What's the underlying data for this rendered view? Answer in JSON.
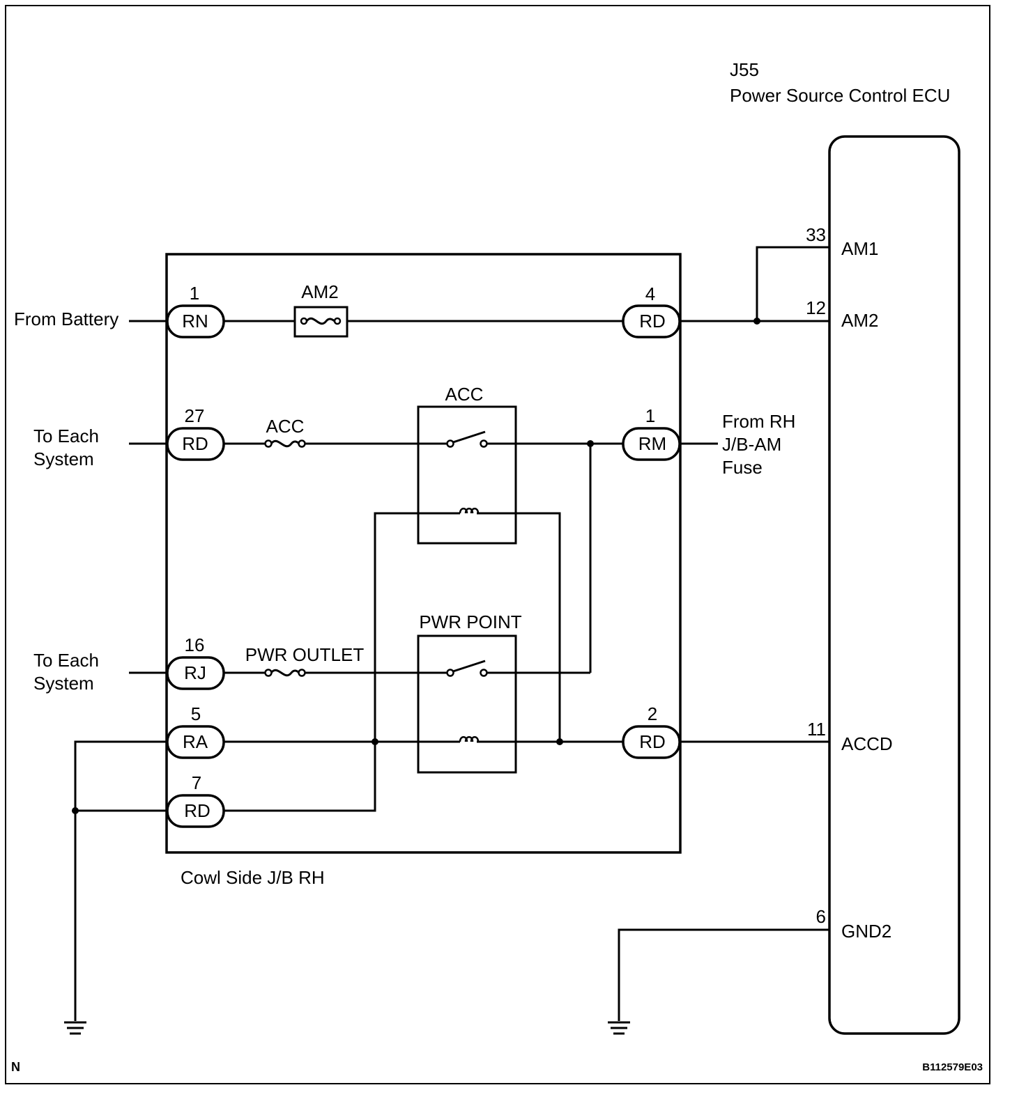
{
  "ecu": {
    "id": "J55",
    "name": "Power Source Control ECU",
    "pins": [
      {
        "num": "33",
        "name": "AM1"
      },
      {
        "num": "12",
        "name": "AM2"
      },
      {
        "num": "11",
        "name": "ACCD"
      },
      {
        "num": "6",
        "name": "GND2"
      }
    ]
  },
  "jb": {
    "name": "Cowl Side J/B RH",
    "connectors": [
      {
        "code": "RN",
        "pin": "1"
      },
      {
        "code": "RD",
        "pin": "27"
      },
      {
        "code": "RJ",
        "pin": "16"
      },
      {
        "code": "RA",
        "pin": "5"
      },
      {
        "code": "RD",
        "pin": "7"
      },
      {
        "code": "RD",
        "pin": "4"
      },
      {
        "code": "RM",
        "pin": "1"
      },
      {
        "code": "RD",
        "pin": "2"
      }
    ],
    "fuses": [
      "AM2",
      "ACC",
      "PWR OUTLET"
    ],
    "relays": [
      "ACC",
      "PWR POINT"
    ]
  },
  "external": {
    "from_battery": "From Battery",
    "to_each_system_1": [
      "To Each",
      "System"
    ],
    "to_each_system_2": [
      "To Each",
      "System"
    ],
    "from_rh": [
      "From RH",
      "J/B-AM",
      "Fuse"
    ]
  },
  "footer": {
    "left": "N",
    "right": "B112579E03"
  }
}
